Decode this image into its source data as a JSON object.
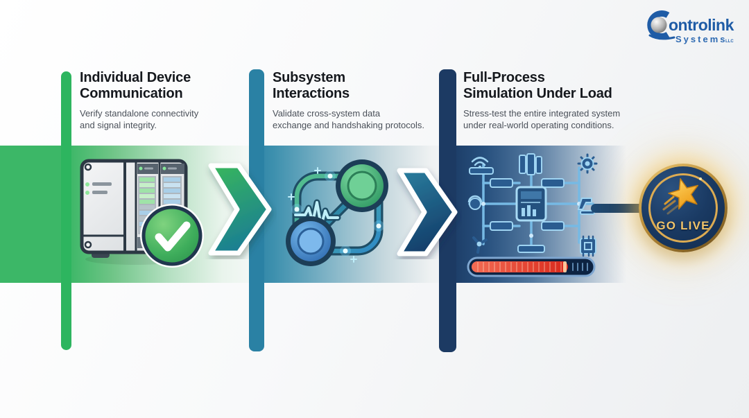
{
  "logo": {
    "brand_text": "ontrolink",
    "brand_sub": "Systems",
    "brand_suffix": "LLC",
    "brand_color": "#1f5ca6"
  },
  "stages": [
    {
      "title_line1": "Individual Device",
      "title_line2": "Communication",
      "desc_line1": "Verify standalone connectivity",
      "desc_line2": "and signal integrity.",
      "accent_color": "#2db55f",
      "icon": "plc-device-with-green-checkmark"
    },
    {
      "title_line1": "Subsystem",
      "title_line2": "Interactions",
      "desc_line1": "Validate cross-system data",
      "desc_line2": "exchange and handshaking protocols.",
      "accent_color": "#2a81a4",
      "icon": "connected-nodes-with-signal-waveform"
    },
    {
      "title_line1": "Full-Process",
      "title_line2": "Simulation Under Load",
      "desc_line1": "Stress-test the entire integrated system",
      "desc_line2": "under real-world operating conditions.",
      "accent_color": "#1c3a63",
      "icon": "integrated-system-network-with-load-bar",
      "load_progress_percent": 80
    }
  ],
  "arrows": [
    {
      "icon": "chevron-right-green-teal"
    },
    {
      "icon": "chevron-right-teal-navy"
    }
  ],
  "badge": {
    "label": "GO LIVE",
    "face_color": "#16355c",
    "ring_color": "#dcab52",
    "glow_color": "#f6c35c",
    "icon": "shooting-star"
  }
}
